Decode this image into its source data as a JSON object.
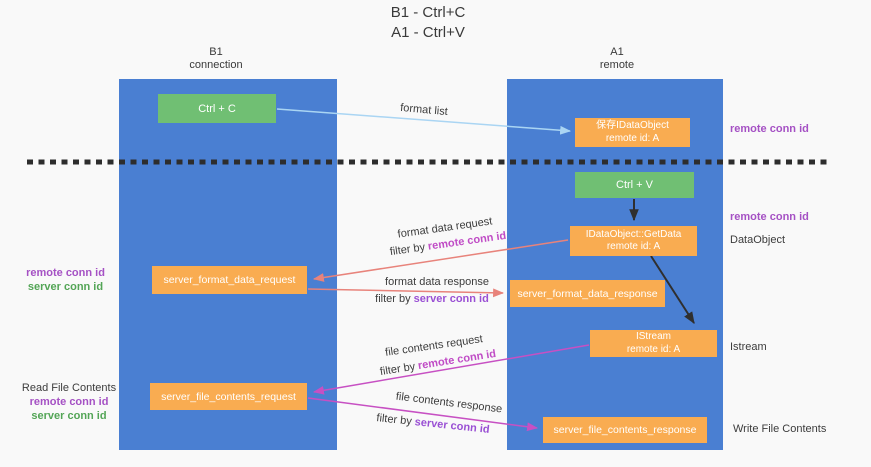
{
  "title": {
    "line1": "B1 - Ctrl+C",
    "line2": "A1 - Ctrl+V"
  },
  "lifelines": {
    "b1": {
      "title": "B1",
      "subtitle": "connection"
    },
    "a1": {
      "title": "A1",
      "subtitle": "remote"
    }
  },
  "boxes": {
    "ctrl_c": {
      "label": "Ctrl + C"
    },
    "ctrl_v": {
      "label": "Ctrl + V"
    },
    "save_idataobject": {
      "line1": "保存IDataObject",
      "line2": "remote id: A"
    },
    "getdata": {
      "line1": "IDataObject::GetData",
      "line2": "remote id: A"
    },
    "istream": {
      "line1": "IStream",
      "line2": "remote id: A"
    },
    "server_format_data_request": {
      "label": "server_format_data_request"
    },
    "server_format_data_response": {
      "label": "server_format_data_response"
    },
    "server_file_contents_request": {
      "label": "server_file_contents_request"
    },
    "server_file_contents_response": {
      "label": "server_file_contents_response"
    }
  },
  "arrow_labels": {
    "format_list": "format list",
    "format_data_request": "format data request",
    "format_data_response": "format data response",
    "file_contents_request": "file contents request",
    "file_contents_response": "file contents response",
    "filter_by_prefix": "filter by",
    "remote_conn_id": "remote conn id",
    "server_conn_id": "server conn id"
  },
  "side_labels": {
    "right_top_remote_conn_id": "remote conn id",
    "right_mid_remote_conn_id": "remote conn id",
    "dataobject": "DataObject",
    "istream": "Istream",
    "write_file_contents": "Write File Contents",
    "left_mid": {
      "remote": "remote conn id",
      "server": "server conn id"
    },
    "left_bottom": {
      "title": "Read File Contents",
      "remote": "remote conn id",
      "server": "server conn id"
    }
  },
  "colors": {
    "lifeline_blue": "#4a7fd2",
    "box_green": "#70bf73",
    "box_orange": "#f9ac51",
    "arrow_light_blue": "#aad5f3",
    "arrow_salmon": "#e8837b",
    "arrow_magenta": "#c750c3",
    "arrow_black": "#2f2f2f",
    "separator_black": "#2d2d2d",
    "text_purple": "#a551c4",
    "text_green": "#53a556",
    "text_magenta": "#c04cc6",
    "text_violet": "#9a50d4"
  }
}
